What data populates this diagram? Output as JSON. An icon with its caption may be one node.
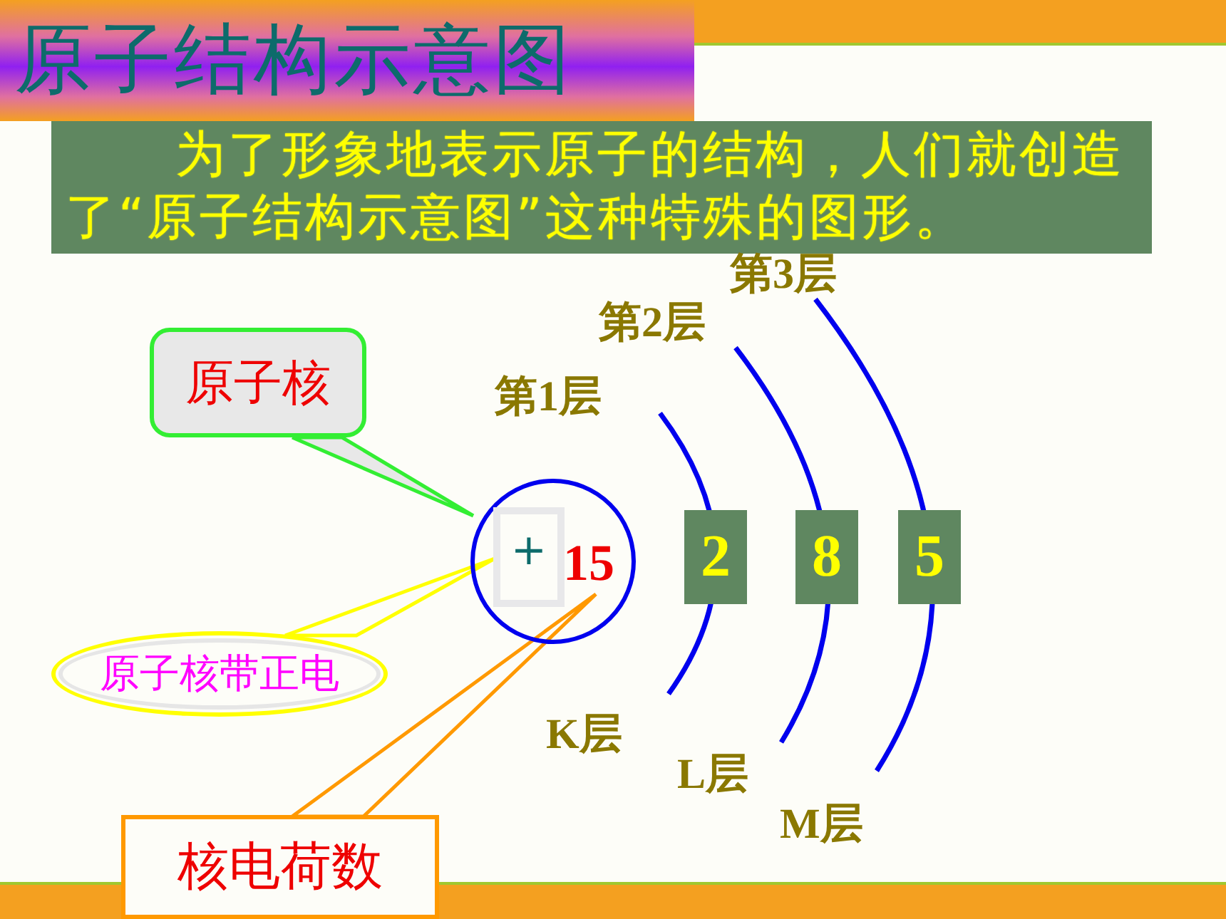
{
  "diagram": {
    "title": "原子结构示意图",
    "nodes": [
      {
        "text": [
          "为了形象地表示原子的结构，人们就创造了“原子结构示意图”这种特殊的图形。"
        ]
      },
      {
        "text": [
          "原子核"
        ]
      },
      {
        "text": [],
        "shape": "circle"
      },
      {
        "text": [
          "+"
        ],
        "in": 2
      },
      {
        "text": [
          "15"
        ],
        "in": 2
      },
      {
        "text": [
          "原子核带正电"
        ]
      },
      {
        "text": [
          "核电荷数"
        ]
      },
      {
        "text": [
          "2"
        ]
      },
      {
        "text": [
          "8"
        ]
      },
      {
        "text": [
          "5"
        ]
      }
    ],
    "edges": [
      {
        "from": 1,
        "to": 2,
        "arrow": "none",
        "color": "#33ee33"
      },
      {
        "from": 5,
        "to": 3,
        "arrow": "none",
        "color": "#ffff00"
      },
      {
        "from": 6,
        "to": 4,
        "arrow": "none",
        "color": "#ff9900"
      }
    ],
    "labels": [
      "第3层",
      "第2层",
      "第1层",
      "K层",
      "L层",
      "M层"
    ]
  }
}
